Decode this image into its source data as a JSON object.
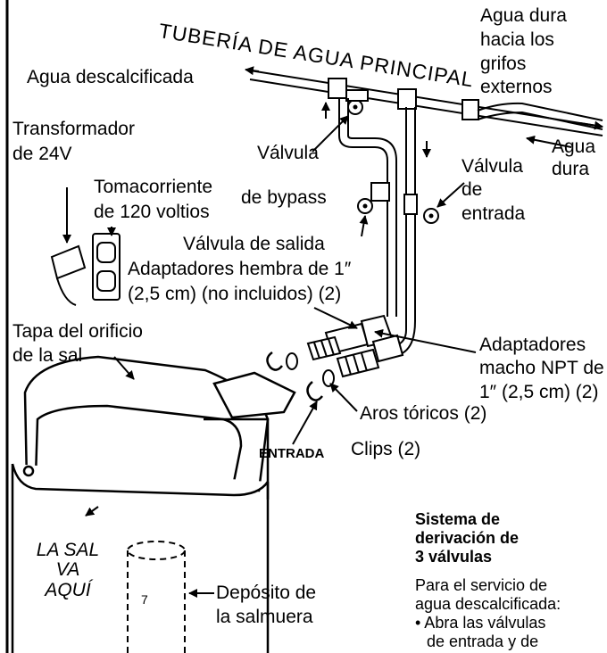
{
  "labels": {
    "main_pipe": "TUBERÍA DE AGUA PRINCIPAL",
    "soft_water": "Agua descalcificada",
    "hard_water_out_l1": "Agua dura",
    "hard_water_out_l2": "hacia los",
    "hard_water_out_l3": "grifos",
    "hard_water_out_l4": "externos",
    "hard_water_in_l1": "Agua",
    "hard_water_in_l2": "dura",
    "transformer_l1": "Transformador",
    "transformer_l2": "de 24V",
    "outlet_l1": "Tomacorriente",
    "outlet_l2": "de 120 voltios",
    "bypass_valve_l1": "Válvula",
    "bypass_valve_l2": "de bypass",
    "inlet_valve_l1": "Válvula",
    "inlet_valve_l2": "de",
    "inlet_valve_l3": "entrada",
    "outlet_valve": "Válvula de salida",
    "female_adapters_l1": "Adaptadores hembra de 1″",
    "female_adapters_l2": "(2,5 cm) (no incluidos) (2)",
    "salt_cap_l1": "Tapa del orificio",
    "salt_cap_l2": "de la sal",
    "male_adapters_l1": "Adaptadores",
    "male_adapters_l2": "macho NPT de",
    "male_adapters_l3": "1″ (2,5 cm) (2)",
    "orings": "Aros tóricos (2)",
    "inlet": "ENTRADA",
    "clips": "Clips (2)",
    "salt_here_l1": "LA SAL",
    "salt_here_l2": "VA",
    "salt_here_l3": "AQUÍ",
    "brine_tank_l1": "Depósito de",
    "brine_tank_l2": "la salmuera",
    "tank_number": "7"
  },
  "sidebar": {
    "title_l1": "Sistema de",
    "title_l2": "derivación de",
    "title_l3": "3 válvulas",
    "body_l1": "Para el servicio de",
    "body_l2": "agua descalcificada:",
    "body_l3": "• Abra las válvulas",
    "body_l4": "de entrada y de"
  }
}
